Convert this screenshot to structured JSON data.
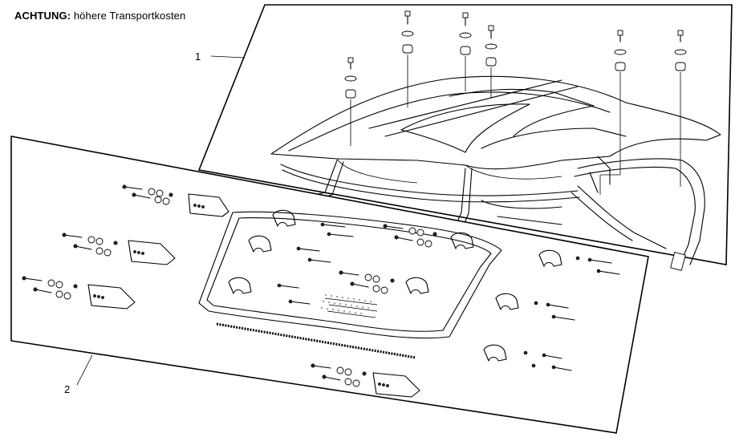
{
  "header": {
    "warning_label": "ACHTUNG:",
    "warning_text": " höhere Transportkosten"
  },
  "callouts": {
    "item_1": "1",
    "item_2": "2"
  },
  "colors": {
    "line": "#000000",
    "background": "#ffffff"
  }
}
